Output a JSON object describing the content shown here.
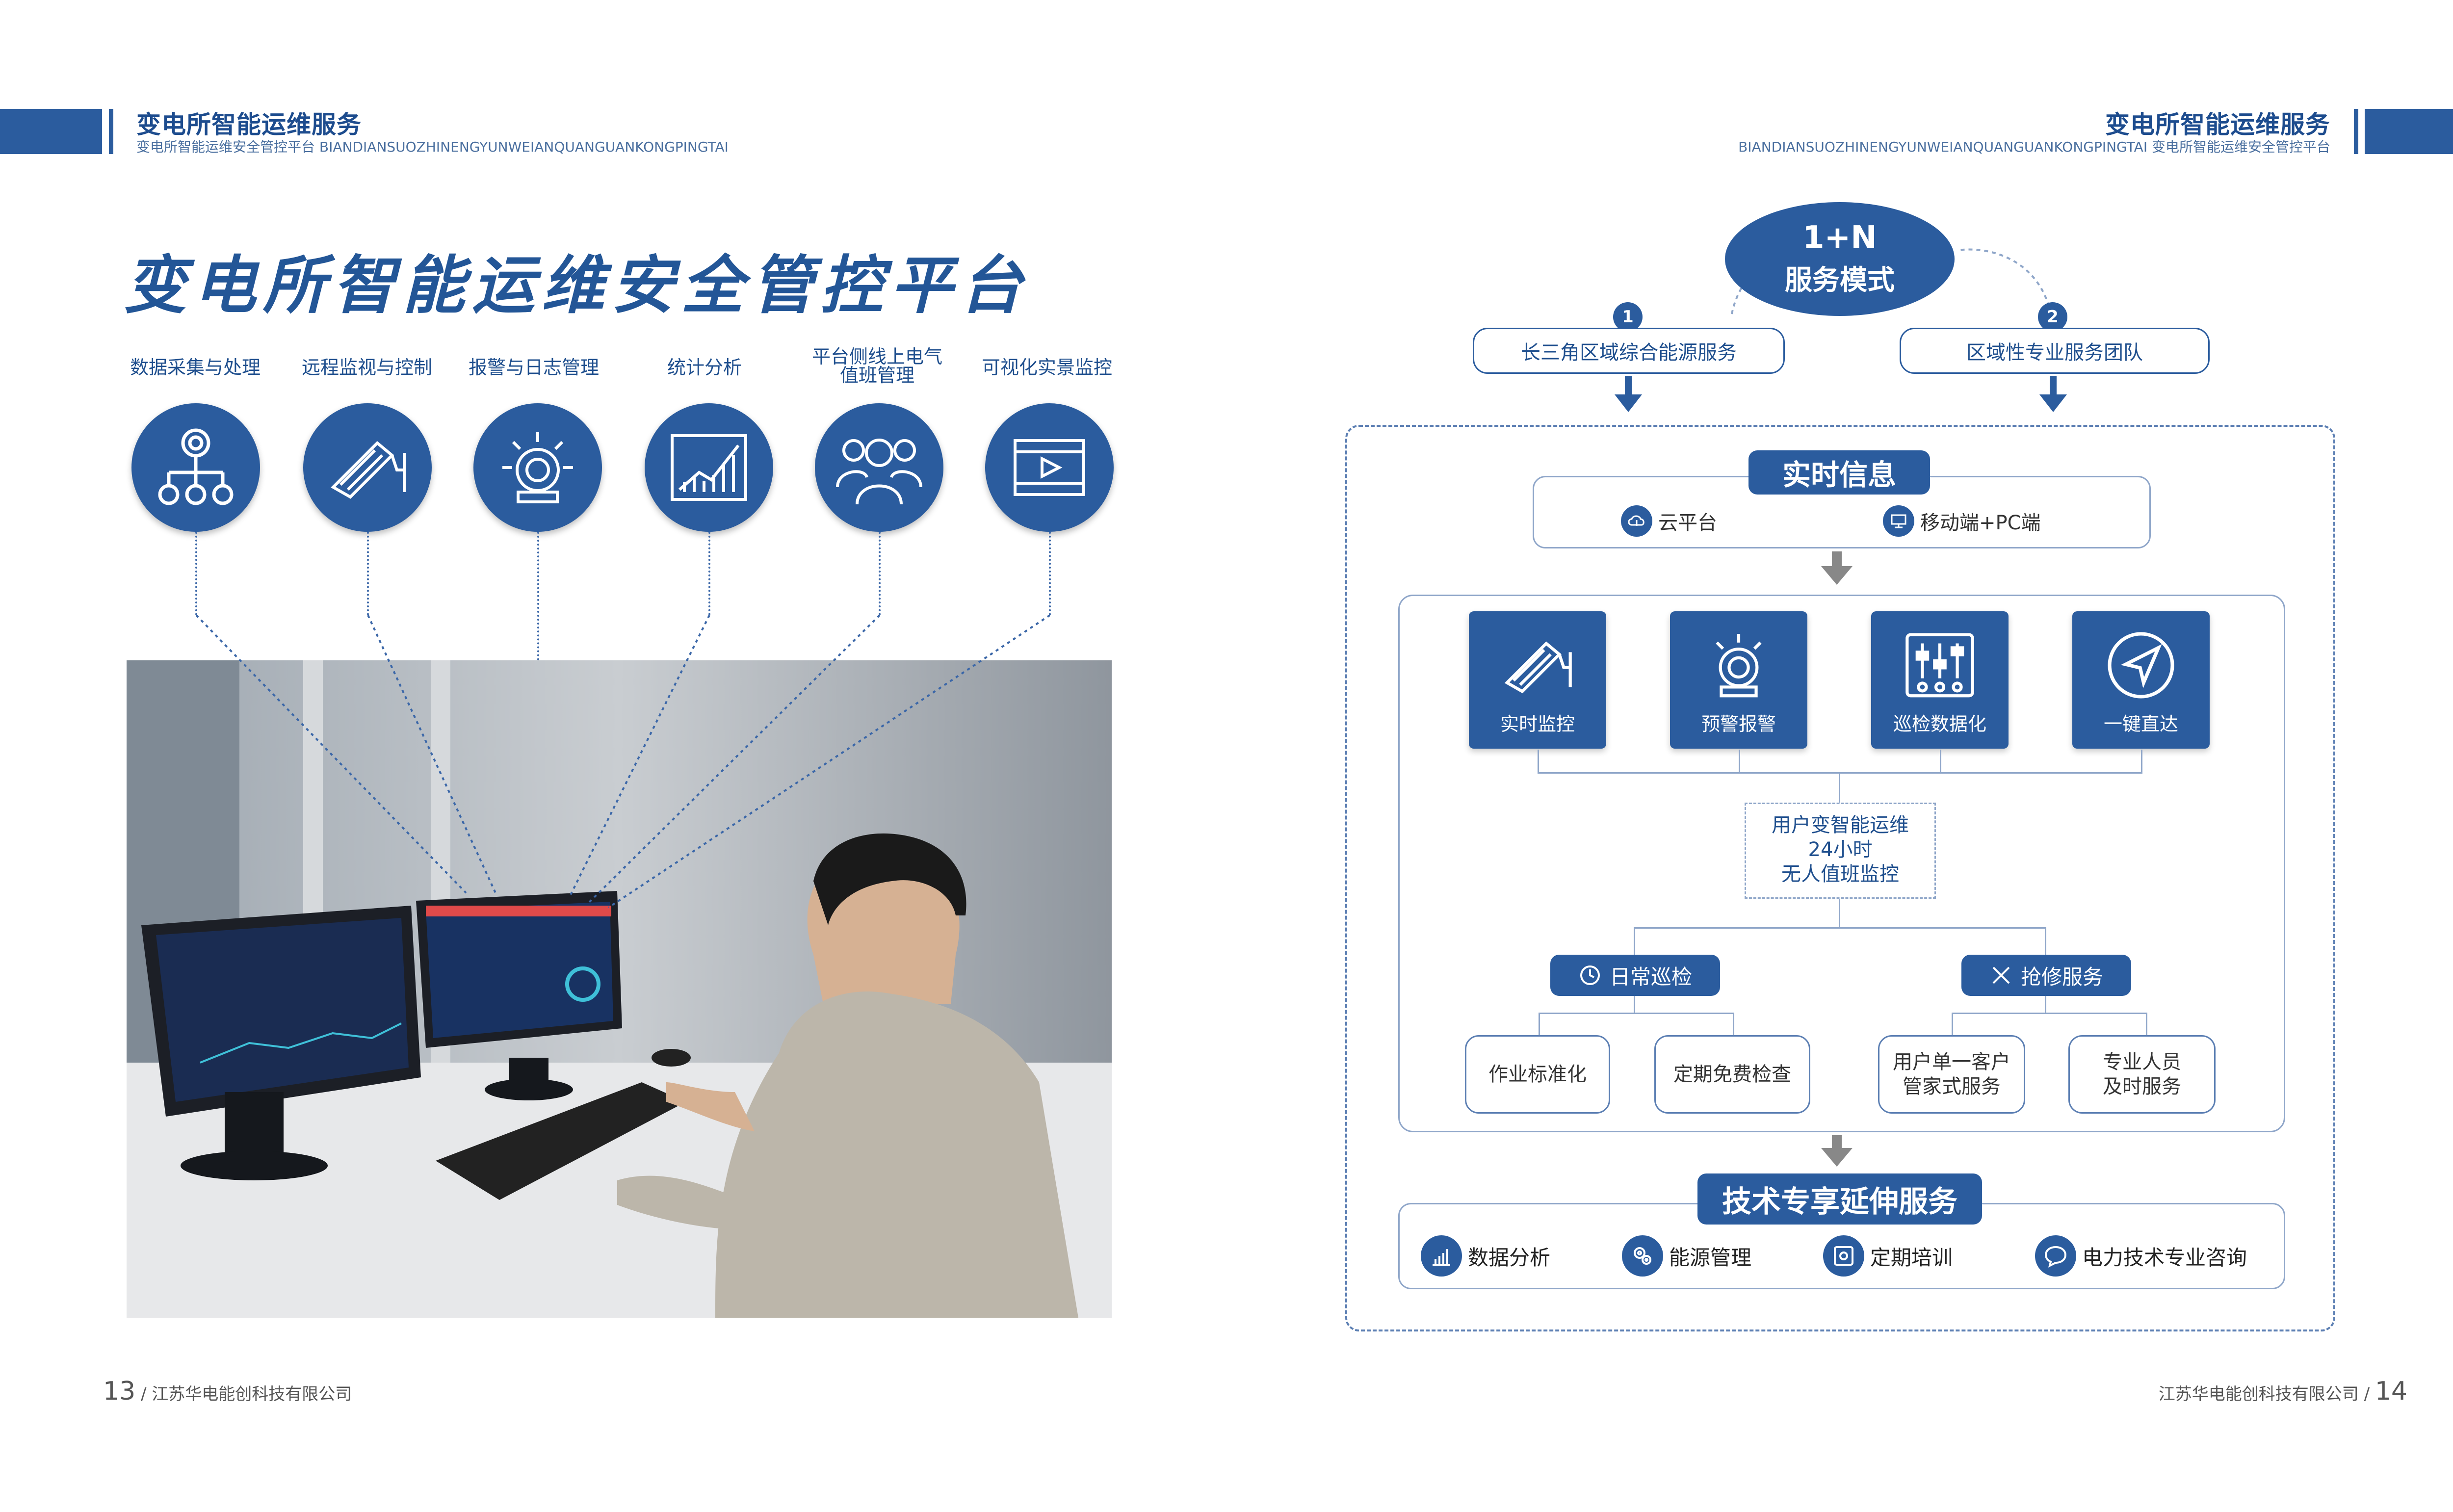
{
  "left_page": {
    "header": {
      "title": "变电所智能运维服务",
      "subtitle": "变电所智能运维安全管控平台 BIANDIANSUOZHINENGYUNWEIANQUANGUANKONGPINGTAI"
    },
    "main_title": "变电所智能运维安全管控平台",
    "features": [
      {
        "label": "数据采集与处理",
        "icon": "hierarchy-icon"
      },
      {
        "label": "远程监视与控制",
        "icon": "camera-icon"
      },
      {
        "label": "报警与日志管理",
        "icon": "alarm-icon"
      },
      {
        "label": "统计分析",
        "icon": "chart-icon"
      },
      {
        "label_line1": "平台侧线上电气",
        "label_line2": "值班管理",
        "icon": "team-icon"
      },
      {
        "label": "可视化实景监控",
        "icon": "video-icon"
      }
    ],
    "footer": {
      "page": "13",
      "company": "江苏华电能创科技有限公司"
    }
  },
  "right_page": {
    "header": {
      "title": "变电所智能运维服务",
      "subtitle": "BIANDIANSUOZHINENGYUNWEIANQUANGUANKONGPINGTAI 变电所智能运维安全管控平台"
    },
    "mode": {
      "line1": "1+N",
      "line2": "服务模式"
    },
    "branches": [
      {
        "num": "1",
        "label": "长三角区域综合能源服务"
      },
      {
        "num": "2",
        "label": "区域性专业服务团队"
      }
    ],
    "realtime": {
      "title": "实时信息",
      "items": [
        {
          "label": "云平台",
          "icon": "cloud-icon"
        },
        {
          "label": "移动端+PC端",
          "icon": "monitor-icon"
        }
      ]
    },
    "tiles": [
      {
        "label": "实时监控",
        "icon": "camera-icon"
      },
      {
        "label": "预警报警",
        "icon": "alarm-icon"
      },
      {
        "label": "巡检数据化",
        "icon": "sliders-icon"
      },
      {
        "label": "一键直达",
        "icon": "navigate-icon"
      }
    ],
    "center": {
      "line1": "用户变智能运维",
      "line2": "24小时",
      "line3": "无人值班监控"
    },
    "routine": {
      "title": "日常巡检",
      "items": [
        "作业标准化",
        "定期免费检查"
      ]
    },
    "repair": {
      "title": "抢修服务",
      "items": [
        {
          "line1": "用户单一客户",
          "line2": "管家式服务"
        },
        {
          "line1": "专业人员",
          "line2": "及时服务"
        }
      ]
    },
    "extension": {
      "title": "技术专享延伸服务",
      "items": [
        {
          "label": "数据分析",
          "icon": "bar-chart-icon"
        },
        {
          "label": "能源管理",
          "icon": "gears-icon"
        },
        {
          "label": "定期培训",
          "icon": "email-icon"
        },
        {
          "label": "电力技术专业咨询",
          "icon": "chat-icon"
        }
      ]
    },
    "footer": {
      "page": "14",
      "company": "江苏华电能创科技有限公司"
    }
  },
  "colors": {
    "primary": "#2b5c9e",
    "title": "#235697",
    "line": "#8fa6c9"
  }
}
